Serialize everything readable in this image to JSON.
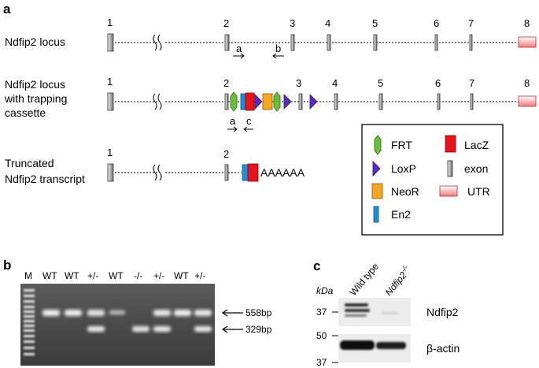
{
  "panel_a": {
    "label": "a",
    "rows": [
      {
        "label_lines": [
          "Ndfip2 locus"
        ]
      },
      {
        "label_lines": [
          "Ndfip2 locus",
          "with trapping",
          "cassette"
        ]
      },
      {
        "label_lines": [
          "Truncated",
          "Ndfip2 transcript"
        ]
      }
    ],
    "exon_numbers_row1": [
      "1",
      "2",
      "3",
      "4",
      "5",
      "6",
      "7",
      "8"
    ],
    "exon_numbers_row2": [
      "1",
      "2",
      "3",
      "4",
      "5",
      "6",
      "7",
      "8"
    ],
    "exon_numbers_row3": [
      "1",
      "2"
    ],
    "primers_row1": [
      "a",
      "b"
    ],
    "primers_row2": [
      "a",
      "c"
    ],
    "polyA": "AAAAAA",
    "legend": [
      {
        "key": "frt",
        "label": "FRT",
        "color": "#6abf3a"
      },
      {
        "key": "lacz",
        "label": "LacZ",
        "color": "#e8141c"
      },
      {
        "key": "loxp",
        "label": "LoxP",
        "color": "#5b2bbf"
      },
      {
        "key": "exon",
        "label": "exon",
        "color": "#9a9a9a"
      },
      {
        "key": "neor",
        "label": "NeoR",
        "color": "#f5a623"
      },
      {
        "key": "utr",
        "label": "UTR",
        "color": "#f6a9a9"
      },
      {
        "key": "en2",
        "label": "En2",
        "color": "#1e90d6"
      }
    ]
  },
  "panel_b": {
    "label": "b",
    "lanes": [
      "M",
      "WT",
      "WT",
      "+/-",
      "WT",
      "-/-",
      "+/-",
      "WT",
      "+/-"
    ],
    "bands": [
      "558bp",
      "329bp"
    ]
  },
  "panel_c": {
    "label": "c",
    "columns": [
      "Wild type",
      "Ndfip2"
    ],
    "column2_superscript": "-/-",
    "unit": "kDa",
    "markers": [
      "37",
      "50",
      "37"
    ],
    "blots": [
      "Ndfip2",
      "β-actin"
    ]
  }
}
